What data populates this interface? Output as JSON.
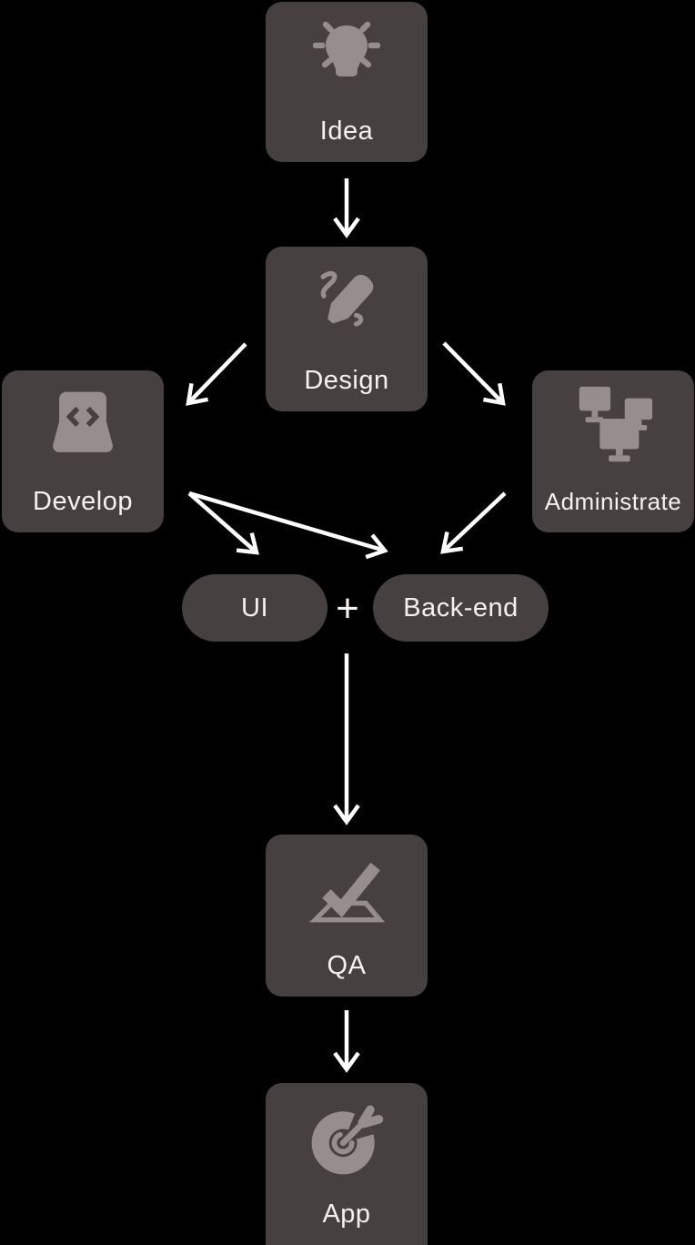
{
  "diagram": {
    "background_color": "#000000",
    "node_color": "#464040",
    "icon_color": "#958e8c",
    "text_color": "#f4f1ef",
    "arrow_color": "#ffffff",
    "nodes": {
      "idea": {
        "label": "Idea",
        "icon": "lightbulb-icon"
      },
      "design": {
        "label": "Design",
        "icon": "pencil-scribble-icon"
      },
      "develop": {
        "label": "Develop",
        "icon": "laptop-code-icon"
      },
      "administrate": {
        "label": "Administrate",
        "icon": "network-monitors-icon"
      },
      "ui": {
        "label": "UI"
      },
      "plus": {
        "label": "+"
      },
      "backend": {
        "label": "Back-end"
      },
      "qa": {
        "label": "QA",
        "icon": "checkmark-tray-icon"
      },
      "app": {
        "label": "App",
        "icon": "dart-target-icon"
      }
    },
    "edges": [
      {
        "from": "Idea",
        "to": "Design"
      },
      {
        "from": "Design",
        "to": "Develop"
      },
      {
        "from": "Design",
        "to": "Administrate"
      },
      {
        "from": "Develop",
        "to": "UI"
      },
      {
        "from": "Develop",
        "to": "Back-end"
      },
      {
        "from": "Administrate",
        "to": "Back-end"
      },
      {
        "from": "UI + Back-end",
        "to": "QA"
      },
      {
        "from": "QA",
        "to": "App"
      }
    ]
  }
}
